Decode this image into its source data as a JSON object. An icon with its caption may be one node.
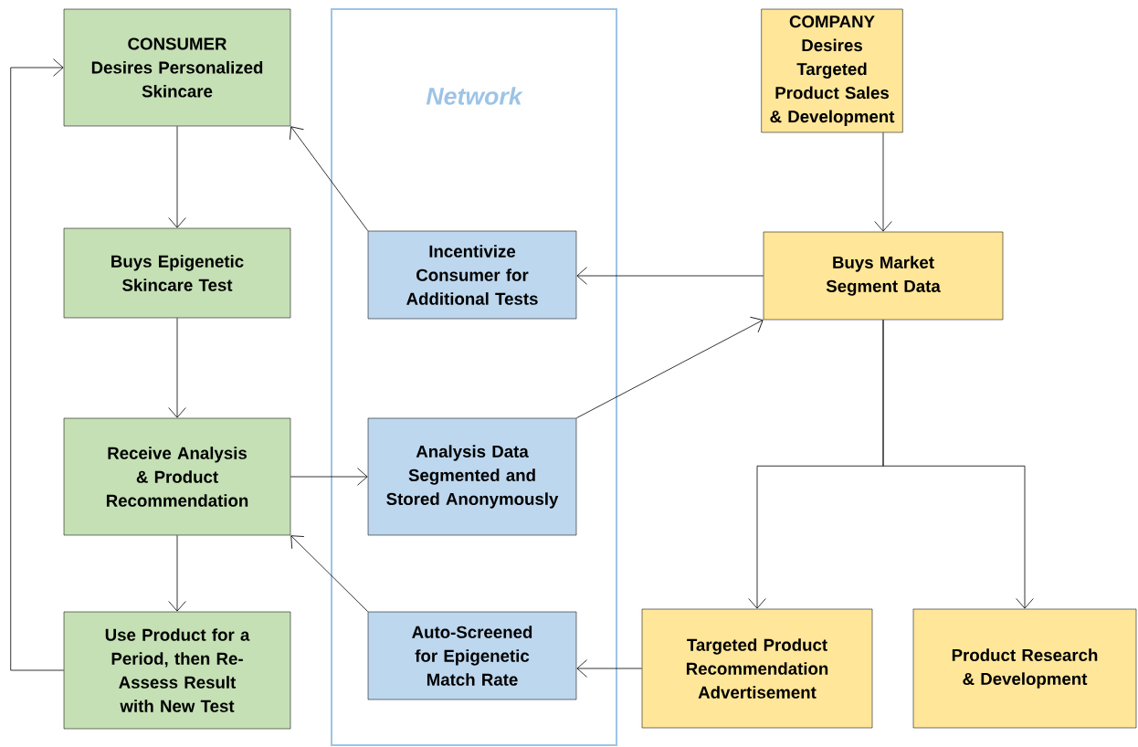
{
  "diagram": {
    "nodes": [
      {
        "text": [
          "CONSUMER",
          "Desires Personalized Skincare"
        ]
      },
      {
        "text": [
          "Buys Epigenetic Skincare Test"
        ]
      },
      {
        "text": [
          "Receive Analysis & Product Recommendation"
        ]
      },
      {
        "text": [
          "Use Product for a Period, then Re-Assess Result with New Test"
        ]
      },
      {
        "text": [
          "Network"
        ]
      },
      {
        "text": [
          "Incentivize Consumer for Additional Tests"
        ],
        "in": 4
      },
      {
        "text": [
          "Analysis Data Segmented and Stored Anonymously"
        ],
        "in": 4
      },
      {
        "text": [
          "Auto-Screened for Epigenetic Match Rate"
        ],
        "in": 4
      },
      {
        "text": [
          "COMPANY",
          "Desires Targeted Product Sales & Development"
        ]
      },
      {
        "text": [
          "Buys Market Segment Data"
        ]
      },
      {
        "text": [
          "Targeted Product Recommendation Advertisement"
        ]
      },
      {
        "text": [
          "Product Research & Development"
        ]
      }
    ],
    "edges": [
      {
        "from": 0,
        "to": 1,
        "arrow": "to"
      },
      {
        "from": 1,
        "to": 2,
        "arrow": "to"
      },
      {
        "from": 2,
        "to": 3,
        "arrow": "to"
      },
      {
        "from": 3,
        "to": 0,
        "arrow": "to"
      },
      {
        "from": 2,
        "to": 6,
        "arrow": "to"
      },
      {
        "from": 6,
        "to": 9,
        "arrow": "to"
      },
      {
        "from": 9,
        "to": 5,
        "arrow": "to"
      },
      {
        "from": 5,
        "to": 0,
        "arrow": "to"
      },
      {
        "from": 7,
        "to": 2,
        "arrow": "to"
      },
      {
        "from": 10,
        "to": 7,
        "arrow": "to"
      },
      {
        "from": 8,
        "to": 9,
        "arrow": "to"
      },
      {
        "from": 9,
        "to": 10,
        "arrow": "to"
      },
      {
        "from": 9,
        "to": 11,
        "arrow": "to"
      }
    ]
  }
}
